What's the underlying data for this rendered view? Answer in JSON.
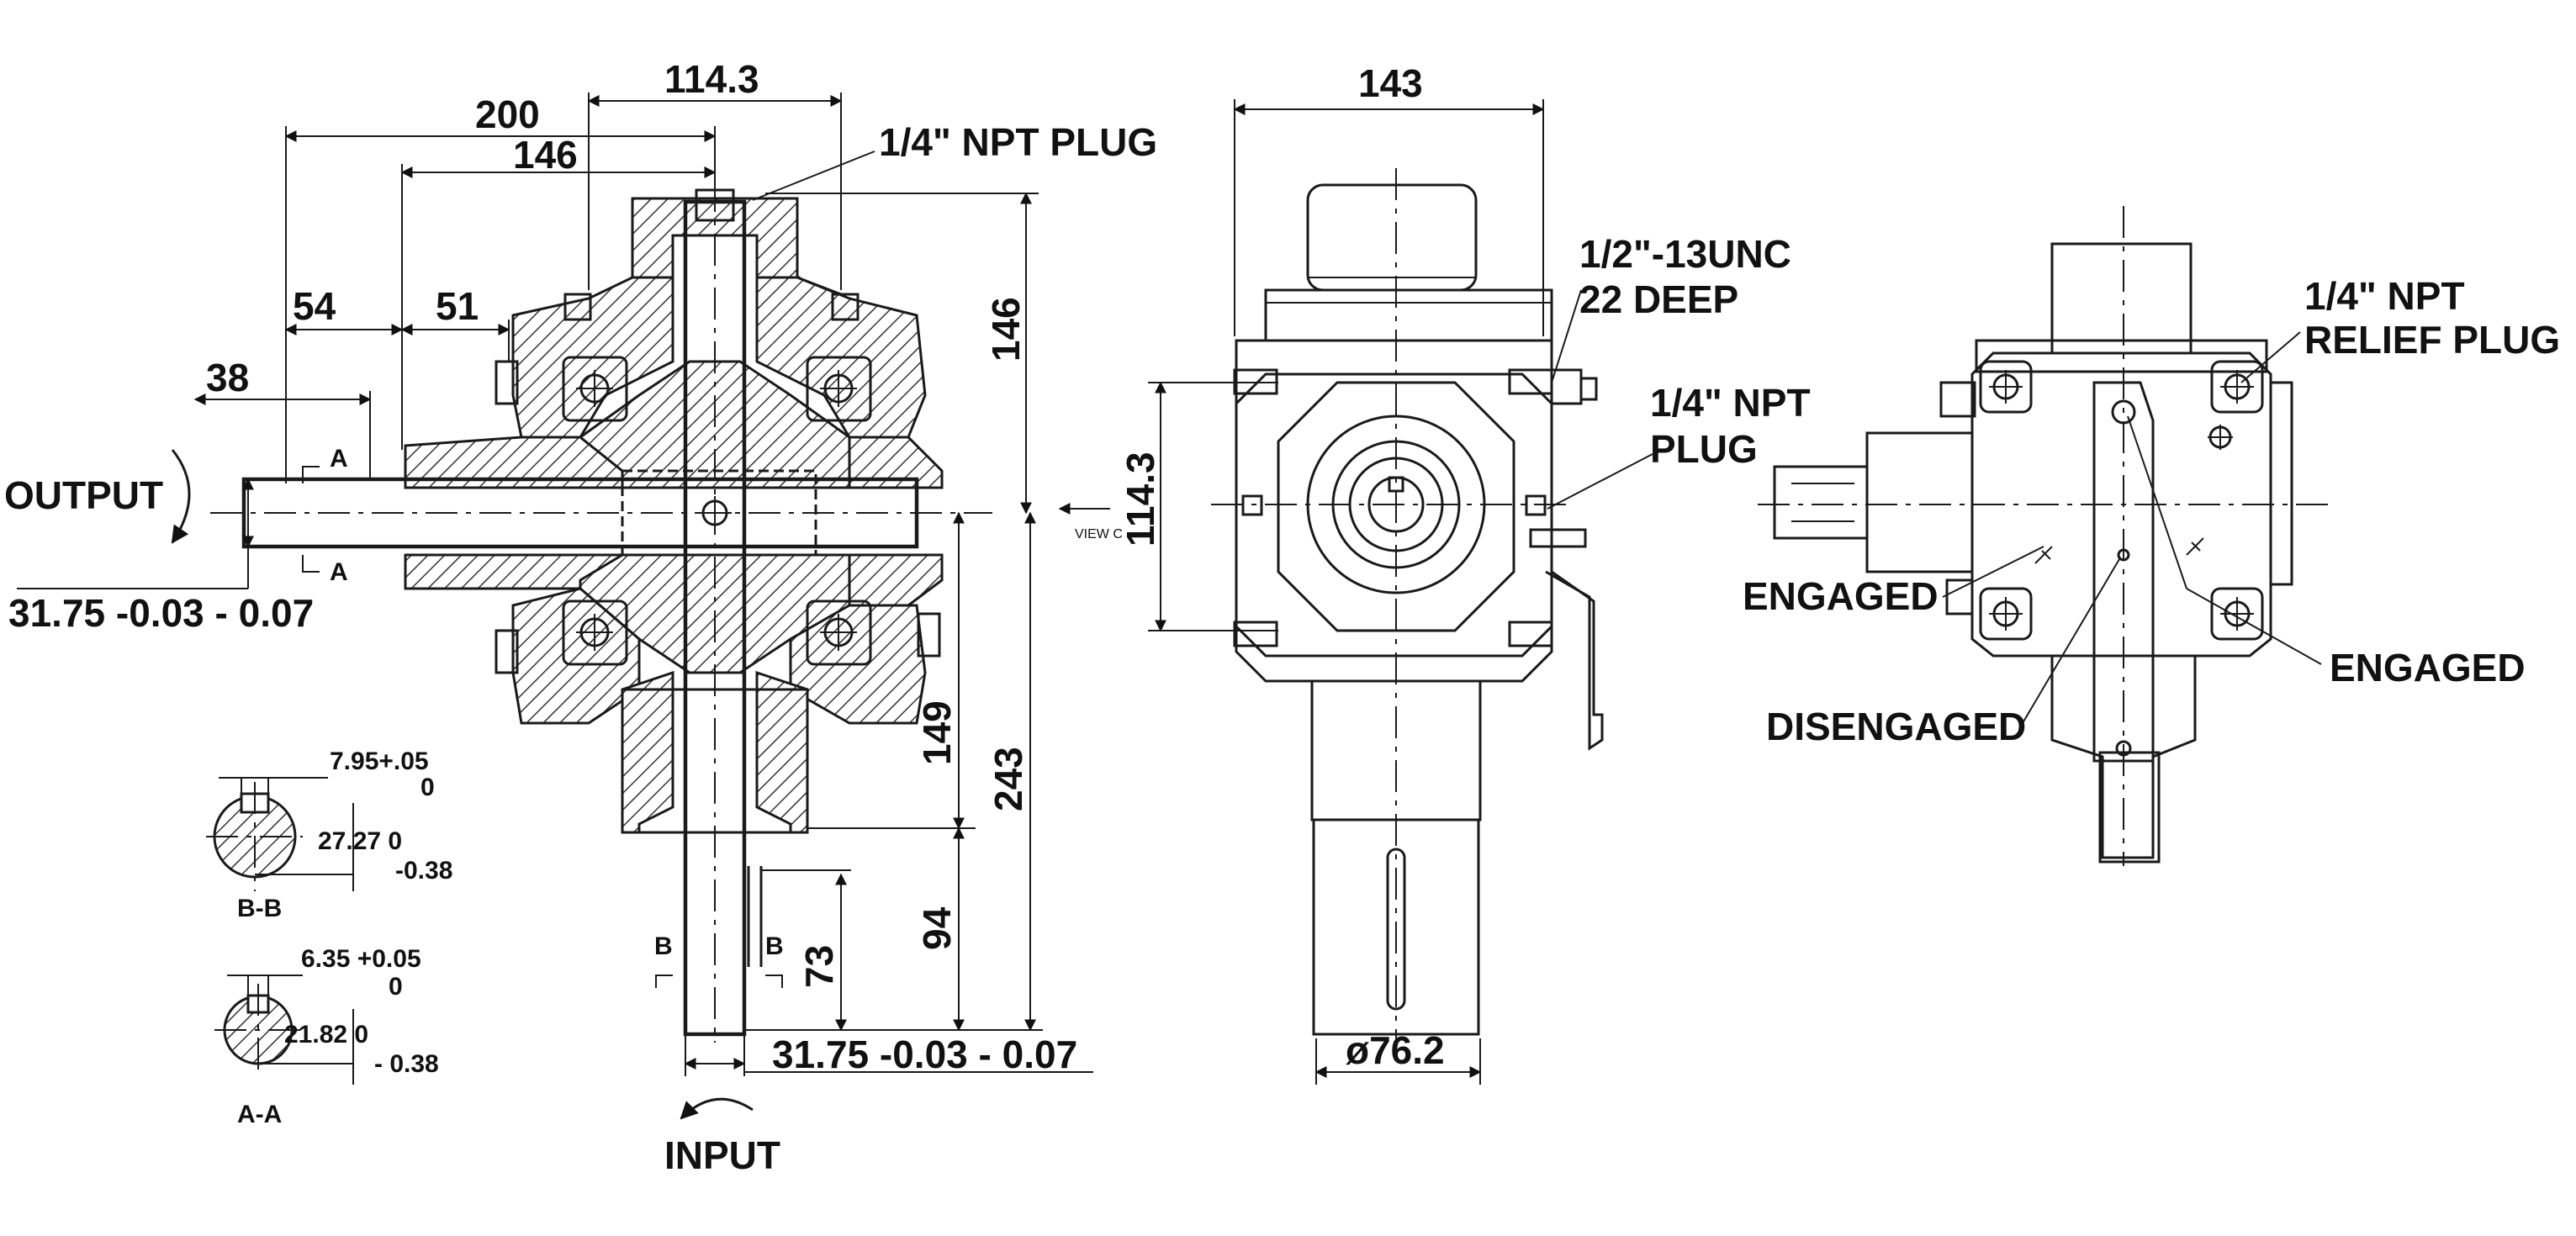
{
  "dimensions": {
    "d_114_3_top": "114.3",
    "d_200": "200",
    "d_146_h": "146",
    "d_54": "54",
    "d_51": "51",
    "d_38": "38",
    "d_146_v": "146",
    "d_149": "149",
    "d_243": "243",
    "d_94": "94",
    "d_73": "73",
    "d_output_shaft": "31.75 -0.03 - 0.07",
    "d_input_shaft": "31.75 -0.03 - 0.07",
    "d_143": "143",
    "d_114_3_side": "114.3",
    "d_76_2": "ø76.2"
  },
  "labels": {
    "plug_top": "1/4\" NPT PLUG",
    "output": "OUTPUT",
    "input": "INPUT",
    "unc_line1": "1/2\"-13UNC",
    "unc_line2": "22 DEEP",
    "npt_plug_line1": "1/4\" NPT",
    "npt_plug_line2": "PLUG",
    "relief_line1": "1/4\" NPT",
    "relief_line2": "RELIEF PLUG",
    "engaged_left": "ENGAGED",
    "engaged_right": "ENGAGED",
    "disengaged": "DISENGAGED",
    "view_c": "VIEW C",
    "sec_a": "A",
    "sec_b": "B"
  },
  "sections": {
    "bb": {
      "title": "B-B",
      "key_upper": "7.95+.05",
      "key_lower": "0",
      "dia_upper": "27.27 0",
      "dia_lower": "-0.38"
    },
    "aa": {
      "title": "A-A",
      "key_upper": "6.35 +0.05",
      "key_lower": "0",
      "dia_upper": "21.82 0",
      "dia_lower": "- 0.38"
    }
  }
}
